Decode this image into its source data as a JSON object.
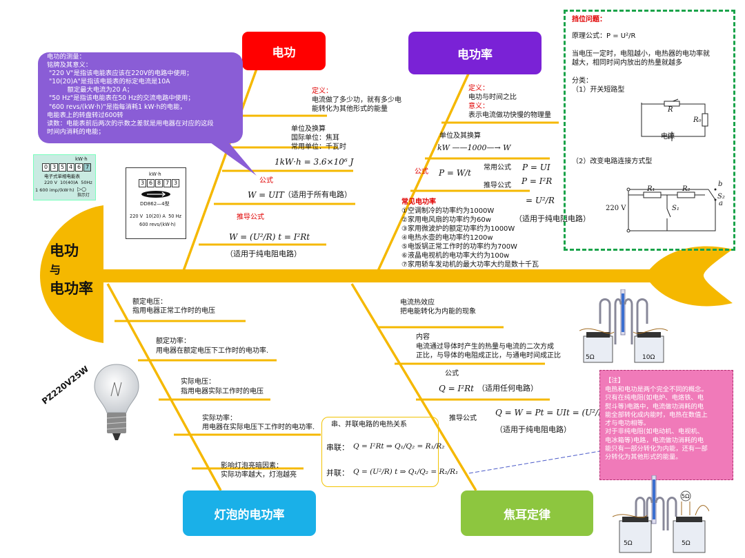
{
  "center_title": [
    "电功",
    "与",
    "电功率"
  ],
  "heads": {
    "dian_gong": {
      "label": "电功",
      "color": "#ff0000"
    },
    "dian_gong_lv": {
      "label": "电功率",
      "color": "#7a22d6"
    },
    "bulb": {
      "label": "灯泡的电功率",
      "color": "#1ab0e8"
    },
    "joule": {
      "label": "焦耳定律",
      "color": "#8dc63f"
    }
  },
  "bubble_lines": [
    "电功的测量：",
    "铭牌及其意义：",
    " \"220 V\"是指该电能表应该在220V的电路中使用；",
    " \"10(20)A\"是指该电能表的标定电流是10A",
    "          额定最大电流为20 A；",
    " \"50 Hz\"是指该电能表在50 Hz的交流电路中使用；",
    " \"600 revs/(kW·h)\"是指每消耗1 kW·h的电能，",
    "电能表上的转盘转过600转",
    "读数：电能表前后两次的示数之差就是用电器在对应的这段",
    "时间内消耗的电能；"
  ],
  "work": {
    "def_label": "定义：",
    "def_lines": [
      "电流做了多少功，就有多少电",
      "能转化为其他形式的能量"
    ],
    "unit_lines": [
      "单位及换算",
      "国际单位：焦耳",
      "常用单位：千瓦时"
    ],
    "unit_formula": "1kW·h = 3.6×10⁶ J",
    "formula_label": "公式",
    "formula": "W = UIT",
    "formula_note": "（适用于所有电路）",
    "derived_label": "推导公式",
    "derived": "W = (U²/R) t = I²Rt",
    "derived_note": "（适用于纯电阻电路）"
  },
  "power": {
    "def_label": "定义：",
    "def": "电功与时间之比",
    "meaning_label": "意义：",
    "meaning": "表示电流做功快慢的物理量",
    "unit_label": "单位及其换算",
    "unit_formula": "kW ——1000—→ W",
    "formula_label": "公式",
    "formula": "P = W/t",
    "common_label": "常用公式",
    "common_formula": "P = UI",
    "derived_label": "推导公式",
    "derived_1": "P = I²R",
    "derived_2": "= U²/R",
    "derived_note": "（适用于纯电阻电路）",
    "common_title": "常见电功率",
    "common_items": [
      "①空调制冷的功率约为1000W",
      "②家用电风扇的功率约为60w",
      "③家用微波炉的额定功率约为1000W",
      "④电热水壶的电功率约1200w",
      "⑤电饭锅正常工作时的功率约为700W",
      "⑥液晶电视机的电功率大约为100w",
      "⑦家用轿车发动机的最大功率大约是数十千瓦"
    ]
  },
  "gear": {
    "title": "挡位问题：",
    "principle": "原理公式：P = U²/R",
    "text": [
      "当电压一定时，电阻越小，电热器的电功率就",
      "越大，相同时间内放出的热量就越多"
    ],
    "classify": "分类：",
    "type1": "（1）开关短路型",
    "type2": "（2）改变电路连接方式型",
    "circuit1": {
      "R": "R",
      "R0": "R₀",
      "source": "电源"
    },
    "circuit2": {
      "R1": "R₁",
      "R2": "R₂",
      "S1": "S₁",
      "S2": "S₂",
      "voltage": "220 V",
      "a": "a",
      "b": "b"
    }
  },
  "bulb_items": [
    {
      "title": "额定电压：",
      "desc": "指用电器正常工作时的电压"
    },
    {
      "title": "额定功率：",
      "desc": "用电器在额定电压下工作时的电功率."
    },
    {
      "title": "实际电压：",
      "desc": "指用电器实际工作时的电压"
    },
    {
      "title": "实际功率：",
      "desc": "用电器在实际电压下工作时的电功率."
    },
    {
      "title": "影响灯泡亮暗因素：",
      "desc": "实际功率越大，灯泡越亮"
    }
  ],
  "bulb_stamp": "PZ220V25W",
  "joule": {
    "effect_title": "电流热效应",
    "effect_desc": "把电能转化为内能的现象",
    "content_title": "内容",
    "content_lines": [
      "电流通过导体时产生的热量与电流的二次方成",
      "正比，与导体的电阻成正比，与通电时间成正比"
    ],
    "formula_label": "公式",
    "formula": "Q = I²Rt",
    "formula_note": "（适用任何电路）",
    "derived_label": "推导公式",
    "derived": "Q = W = Pt = UIt = (U²/R) t",
    "derived_note": "（适用于纯电阻电路）",
    "series_title": "串、并联电路的电热关系",
    "series_label": "串联：",
    "series_formula": "Q = I²Rt ⇒ Q₁/Q₂ = R₁/R₂",
    "parallel_label": "并联：",
    "parallel_formula": "Q = (U²/R) t ⇒ Q₁/Q₂ = R₂/R₁"
  },
  "note": {
    "title": "【注】",
    "lines": [
      "电热和电功是两个完全不同的概念。",
      "只有在纯电阻(如电炉、电烙铁、电",
      "熨斗等)电路中，电流做功消耗的电",
      "能全部转化成内能时，电热在数值上",
      "才与电功相等。",
      "对于非纯电阻(如电动机、电视机、",
      "电冰箱等)电路，电流做功消耗的电",
      "能只有一部分转化为内能，还有一部",
      "分转化为其他形式的能量。"
    ]
  },
  "meter1": {
    "unit": "kW·h",
    "digits": [
      "0",
      "3",
      "5",
      "4",
      "6",
      "7"
    ],
    "name": "电子式单相电能表",
    "spec": "220 V  10(40)A  50Hz",
    "imp": "1 600 imp/(kW·h)",
    "lamp": "指示灯"
  },
  "meter2": {
    "unit": "kW·h",
    "digits": [
      "3",
      "6",
      "8",
      "7",
      "3"
    ],
    "model": "DD862—4型",
    "spec": "220 V  10(20) A  50 Hz",
    "revs": "600 revs/(kW·h)"
  },
  "apparatus": {
    "r1": "5Ω",
    "r2": "10Ω",
    "r3": "5Ω",
    "r4": "5Ω",
    "r5": "5Ω"
  },
  "colors": {
    "spine": "#f5b800",
    "bubble": "#8a5dd6",
    "note": "#f07ab9",
    "panel_border": "#1aa34a"
  }
}
